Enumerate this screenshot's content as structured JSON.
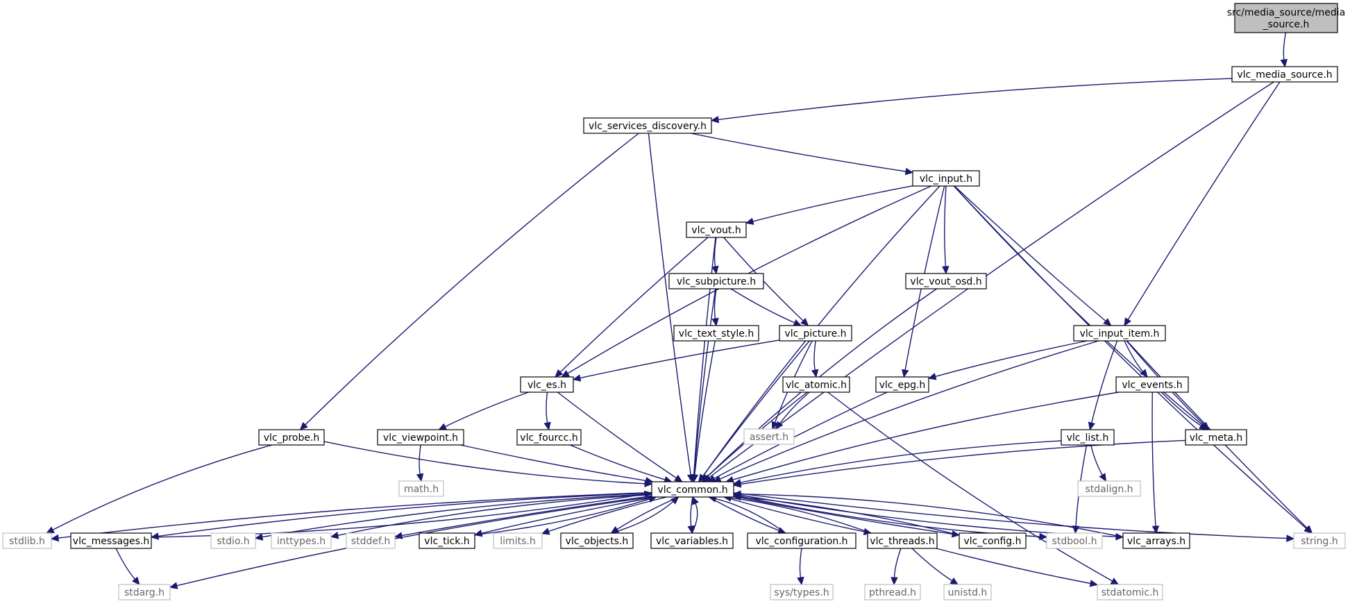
{
  "graph": {
    "root": "src_media_source",
    "nodes": [
      {
        "id": "src_media_source",
        "kind": "root",
        "lines": [
          "src/media_source/media",
          "_source.h"
        ]
      },
      {
        "id": "vlc_media_source",
        "kind": "doc",
        "lines": [
          "vlc_media_source.h"
        ]
      },
      {
        "id": "vlc_services_discovery",
        "kind": "doc",
        "lines": [
          "vlc_services_discovery.h"
        ]
      },
      {
        "id": "vlc_input",
        "kind": "doc",
        "lines": [
          "vlc_input.h"
        ]
      },
      {
        "id": "vlc_vout",
        "kind": "doc",
        "lines": [
          "vlc_vout.h"
        ]
      },
      {
        "id": "vlc_subpicture",
        "kind": "doc",
        "lines": [
          "vlc_subpicture.h"
        ]
      },
      {
        "id": "vlc_vout_osd",
        "kind": "doc",
        "lines": [
          "vlc_vout_osd.h"
        ]
      },
      {
        "id": "vlc_text_style",
        "kind": "doc",
        "lines": [
          "vlc_text_style.h"
        ]
      },
      {
        "id": "vlc_picture",
        "kind": "doc",
        "lines": [
          "vlc_picture.h"
        ]
      },
      {
        "id": "vlc_input_item",
        "kind": "doc",
        "lines": [
          "vlc_input_item.h"
        ]
      },
      {
        "id": "vlc_es",
        "kind": "doc",
        "lines": [
          "vlc_es.h"
        ]
      },
      {
        "id": "vlc_atomic",
        "kind": "doc",
        "lines": [
          "vlc_atomic.h"
        ]
      },
      {
        "id": "vlc_epg",
        "kind": "doc",
        "lines": [
          "vlc_epg.h"
        ]
      },
      {
        "id": "vlc_events",
        "kind": "doc",
        "lines": [
          "vlc_events.h"
        ]
      },
      {
        "id": "vlc_probe",
        "kind": "doc",
        "lines": [
          "vlc_probe.h"
        ]
      },
      {
        "id": "vlc_viewpoint",
        "kind": "doc",
        "lines": [
          "vlc_viewpoint.h"
        ]
      },
      {
        "id": "vlc_fourcc",
        "kind": "doc",
        "lines": [
          "vlc_fourcc.h"
        ]
      },
      {
        "id": "assert_h",
        "kind": "sys",
        "lines": [
          "assert.h"
        ]
      },
      {
        "id": "vlc_list",
        "kind": "doc",
        "lines": [
          "vlc_list.h"
        ]
      },
      {
        "id": "vlc_meta",
        "kind": "doc",
        "lines": [
          "vlc_meta.h"
        ]
      },
      {
        "id": "math_h",
        "kind": "sys",
        "lines": [
          "math.h"
        ]
      },
      {
        "id": "vlc_common",
        "kind": "doc",
        "lines": [
          "vlc_common.h"
        ]
      },
      {
        "id": "stdalign_h",
        "kind": "sys",
        "lines": [
          "stdalign.h"
        ]
      },
      {
        "id": "stdlib_h",
        "kind": "sys",
        "lines": [
          "stdlib.h"
        ]
      },
      {
        "id": "vlc_messages",
        "kind": "doc",
        "lines": [
          "vlc_messages.h"
        ]
      },
      {
        "id": "stdio_h",
        "kind": "sys",
        "lines": [
          "stdio.h"
        ]
      },
      {
        "id": "inttypes_h",
        "kind": "sys",
        "lines": [
          "inttypes.h"
        ]
      },
      {
        "id": "stddef_h",
        "kind": "sys",
        "lines": [
          "stddef.h"
        ]
      },
      {
        "id": "vlc_tick",
        "kind": "doc",
        "lines": [
          "vlc_tick.h"
        ]
      },
      {
        "id": "limits_h",
        "kind": "sys",
        "lines": [
          "limits.h"
        ]
      },
      {
        "id": "vlc_objects",
        "kind": "doc",
        "lines": [
          "vlc_objects.h"
        ]
      },
      {
        "id": "vlc_variables",
        "kind": "doc",
        "lines": [
          "vlc_variables.h"
        ]
      },
      {
        "id": "vlc_configuration",
        "kind": "doc",
        "lines": [
          "vlc_configuration.h"
        ]
      },
      {
        "id": "vlc_threads",
        "kind": "doc",
        "lines": [
          "vlc_threads.h"
        ]
      },
      {
        "id": "vlc_config",
        "kind": "doc",
        "lines": [
          "vlc_config.h"
        ]
      },
      {
        "id": "stdbool_h",
        "kind": "sys",
        "lines": [
          "stdbool.h"
        ]
      },
      {
        "id": "vlc_arrays",
        "kind": "doc",
        "lines": [
          "vlc_arrays.h"
        ]
      },
      {
        "id": "string_h",
        "kind": "sys",
        "lines": [
          "string.h"
        ]
      },
      {
        "id": "stdarg_h",
        "kind": "sys",
        "lines": [
          "stdarg.h"
        ]
      },
      {
        "id": "sys_types_h",
        "kind": "sys",
        "lines": [
          "sys/types.h"
        ]
      },
      {
        "id": "pthread_h",
        "kind": "sys",
        "lines": [
          "pthread.h"
        ]
      },
      {
        "id": "unistd_h",
        "kind": "sys",
        "lines": [
          "unistd.h"
        ]
      },
      {
        "id": "stdatomic_h",
        "kind": "sys",
        "lines": [
          "stdatomic.h"
        ]
      }
    ],
    "edges": [
      [
        "src_media_source",
        "vlc_media_source"
      ],
      [
        "vlc_media_source",
        "vlc_services_discovery"
      ],
      [
        "vlc_media_source",
        "vlc_input_item"
      ],
      [
        "vlc_media_source",
        "vlc_common"
      ],
      [
        "vlc_services_discovery",
        "vlc_probe"
      ],
      [
        "vlc_services_discovery",
        "vlc_common"
      ],
      [
        "vlc_services_discovery",
        "vlc_input"
      ],
      [
        "vlc_input",
        "vlc_es"
      ],
      [
        "vlc_input",
        "vlc_vout"
      ],
      [
        "vlc_input",
        "vlc_epg"
      ],
      [
        "vlc_input",
        "vlc_vout_osd"
      ],
      [
        "vlc_input",
        "vlc_common"
      ],
      [
        "vlc_input",
        "vlc_input_item"
      ],
      [
        "vlc_input",
        "vlc_meta"
      ],
      [
        "vlc_input",
        "string_h"
      ],
      [
        "vlc_vout",
        "vlc_es"
      ],
      [
        "vlc_vout",
        "vlc_common"
      ],
      [
        "vlc_vout",
        "vlc_subpicture"
      ],
      [
        "vlc_vout",
        "vlc_picture"
      ],
      [
        "vlc_subpicture",
        "vlc_common"
      ],
      [
        "vlc_subpicture",
        "vlc_text_style"
      ],
      [
        "vlc_subpicture",
        "vlc_picture"
      ],
      [
        "vlc_vout_osd",
        "vlc_common"
      ],
      [
        "vlc_text_style",
        "vlc_common"
      ],
      [
        "vlc_picture",
        "vlc_es"
      ],
      [
        "vlc_picture",
        "vlc_common"
      ],
      [
        "vlc_picture",
        "assert_h"
      ],
      [
        "vlc_picture",
        "vlc_atomic"
      ],
      [
        "vlc_input_item",
        "vlc_epg"
      ],
      [
        "vlc_input_item",
        "vlc_common"
      ],
      [
        "vlc_input_item",
        "vlc_list"
      ],
      [
        "vlc_input_item",
        "vlc_events"
      ],
      [
        "vlc_input_item",
        "vlc_meta"
      ],
      [
        "vlc_input_item",
        "string_h"
      ],
      [
        "vlc_es",
        "vlc_viewpoint"
      ],
      [
        "vlc_es",
        "vlc_common"
      ],
      [
        "vlc_es",
        "vlc_fourcc"
      ],
      [
        "vlc_atomic",
        "assert_h"
      ],
      [
        "vlc_atomic",
        "vlc_common"
      ],
      [
        "vlc_atomic",
        "stdatomic_h"
      ],
      [
        "vlc_epg",
        "vlc_common"
      ],
      [
        "vlc_events",
        "vlc_common"
      ],
      [
        "vlc_events",
        "vlc_meta"
      ],
      [
        "vlc_events",
        "vlc_arrays"
      ],
      [
        "vlc_probe",
        "vlc_common"
      ],
      [
        "vlc_probe",
        "stdlib_h"
      ],
      [
        "vlc_viewpoint",
        "math_h"
      ],
      [
        "vlc_viewpoint",
        "vlc_common"
      ],
      [
        "vlc_fourcc",
        "vlc_common"
      ],
      [
        "vlc_list",
        "vlc_common"
      ],
      [
        "vlc_list",
        "stdbool_h"
      ],
      [
        "vlc_list",
        "stdalign_h"
      ],
      [
        "vlc_meta",
        "vlc_common"
      ],
      [
        "vlc_common",
        "stdlib_h"
      ],
      [
        "vlc_common",
        "vlc_messages"
      ],
      [
        "vlc_common",
        "stdarg_h"
      ],
      [
        "vlc_common",
        "stdio_h"
      ],
      [
        "vlc_common",
        "inttypes_h"
      ],
      [
        "vlc_common",
        "stddef_h"
      ],
      [
        "vlc_common",
        "vlc_tick"
      ],
      [
        "vlc_common",
        "limits_h"
      ],
      [
        "vlc_common",
        "vlc_objects"
      ],
      [
        "vlc_common",
        "vlc_variables"
      ],
      [
        "vlc_common",
        "vlc_configuration"
      ],
      [
        "vlc_common",
        "vlc_threads"
      ],
      [
        "vlc_common",
        "vlc_config"
      ],
      [
        "vlc_common",
        "stdbool_h"
      ],
      [
        "vlc_common",
        "vlc_arrays"
      ],
      [
        "vlc_common",
        "string_h"
      ],
      [
        "vlc_messages",
        "vlc_common"
      ],
      [
        "vlc_messages",
        "stdarg_h"
      ],
      [
        "vlc_tick",
        "vlc_common"
      ],
      [
        "vlc_objects",
        "vlc_common"
      ],
      [
        "vlc_variables",
        "vlc_common"
      ],
      [
        "vlc_configuration",
        "vlc_common"
      ],
      [
        "vlc_configuration",
        "sys_types_h"
      ],
      [
        "vlc_threads",
        "vlc_common"
      ],
      [
        "vlc_threads",
        "pthread_h"
      ],
      [
        "vlc_threads",
        "unistd_h"
      ],
      [
        "vlc_threads",
        "stdatomic_h"
      ],
      [
        "vlc_config",
        "vlc_common"
      ],
      [
        "vlc_arrays",
        "vlc_common"
      ]
    ]
  }
}
